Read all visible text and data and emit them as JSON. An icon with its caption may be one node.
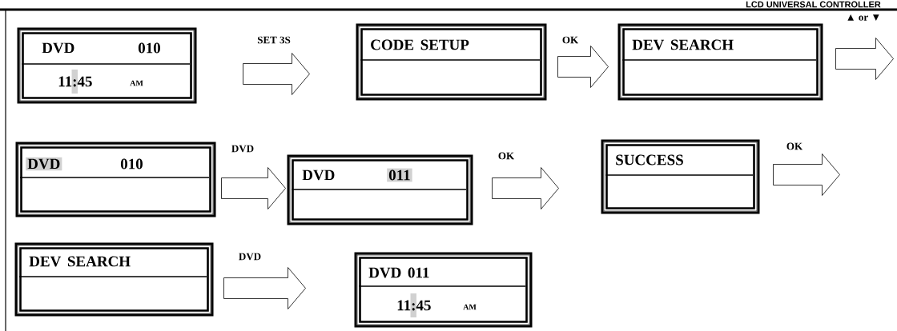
{
  "diagram": {
    "title": "LCD UNIVERSAL CONTROLLER",
    "nodes": [
      {
        "text": [
          "DVD",
          "010",
          "11:45",
          "AM"
        ]
      },
      {
        "text": [
          "CODE SETUP"
        ]
      },
      {
        "text": [
          "DEV SEARCH"
        ]
      },
      {
        "text": [
          "DVD",
          "010"
        ]
      },
      {
        "text": [
          "DVD",
          "011"
        ]
      },
      {
        "text": [
          "SUCCESS"
        ]
      },
      {
        "text": [
          "DEV SEARCH"
        ]
      },
      {
        "text": [
          "DVD 011",
          "11:45",
          "AM"
        ]
      }
    ],
    "edges": [
      {
        "from": 0,
        "to": 1,
        "arrow": "to",
        "label": "SET 3S"
      },
      {
        "from": 1,
        "to": 2,
        "arrow": "to",
        "label": "OK"
      },
      {
        "from": 2,
        "to": null,
        "arrow": "to",
        "label": "▲ or ▼"
      },
      {
        "from": 3,
        "to": 4,
        "arrow": "to",
        "label": "DVD"
      },
      {
        "from": 4,
        "to": 5,
        "arrow": "to",
        "label": "OK"
      },
      {
        "from": 5,
        "to": null,
        "arrow": "to",
        "label": "OK"
      },
      {
        "from": 6,
        "to": 7,
        "arrow": "to",
        "label": "DVD"
      }
    ]
  }
}
